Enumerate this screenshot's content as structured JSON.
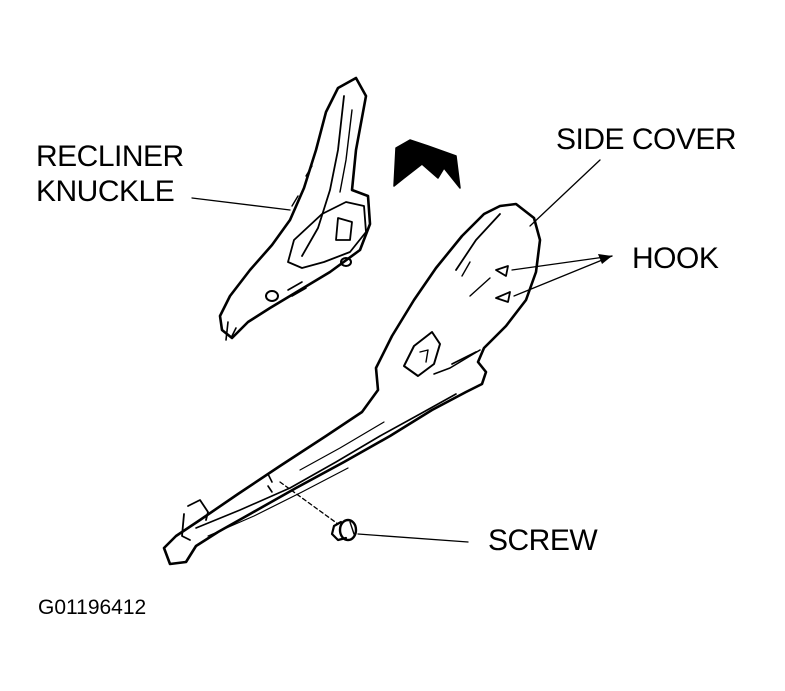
{
  "labels": {
    "recliner_line1": "RECLINER",
    "recliner_line2": "KNUCKLE",
    "side_cover": "SIDE COVER",
    "hook": "HOOK",
    "screw": "SCREW"
  },
  "figure_code": "G01196412",
  "colors": {
    "ink": "#000000",
    "paper": "#ffffff"
  }
}
